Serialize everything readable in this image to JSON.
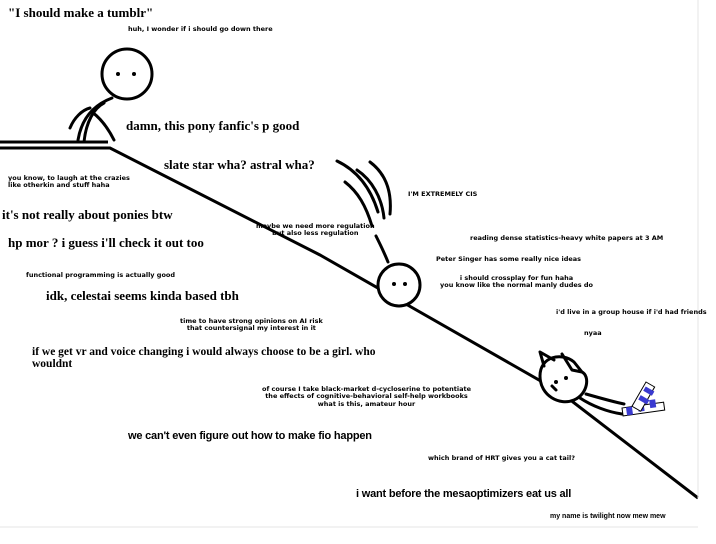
{
  "captions": {
    "title": "\"I should make a tumblr\"",
    "go_down": "huh, I wonder if i should go down there",
    "pony_fanfic": "damn, this pony fanfic's p good",
    "slate_star": "slate star wha? astral wha?",
    "laugh_line1": "you know, to laugh at the crazies",
    "laugh_line2": "like otherkin and stuff haha",
    "extremely_cis": "I'M EXTREMELY CIS",
    "not_ponies": "it's not really about ponies btw",
    "regulation_line1": "maybe we need more regulation",
    "regulation_line2": "but also less regulation",
    "hpmor": "hp mor ? i guess i'll check it out too",
    "statistics": "reading dense statistics-heavy white papers at 3 AM",
    "peter_singer": "Peter Singer has some really nice ideas",
    "functional": "functional programming is actually good",
    "crossplay_line1": "i should crossplay for fun haha",
    "crossplay_line2": "you know like the normal manly dudes do",
    "celestai": "idk, celestai seems kinda based tbh",
    "group_house": "i'd live in a group house if i'd had friends",
    "ai_risk_line1": "time to have strong opinions on AI risk",
    "ai_risk_line2": "that countersignal my interest in it",
    "nyaa": "nyaa",
    "vr_voice_line1": "if we get vr and voice changing i would always choose to be a girl. who",
    "vr_voice_line2": "wouldnt",
    "blackmarket_line1": "of course I take black-market d-cycloserine to potentiate",
    "blackmarket_line2": "the effects of cognitive-behavioral self-help workbooks",
    "blackmarket_line3": "what is this, amateur hour",
    "fio": "we can't even figure out how to make fio happen",
    "hrt": "which brand of HRT gives you a cat tail?",
    "mesaoptimizers": "i want before the mesaoptimizers eat us all",
    "twilight": "my name is twilight now mew mew"
  },
  "colors": {
    "ink": "#000000",
    "stripe_blue": "#3a3ad0",
    "stripe_white": "#ffffff"
  }
}
